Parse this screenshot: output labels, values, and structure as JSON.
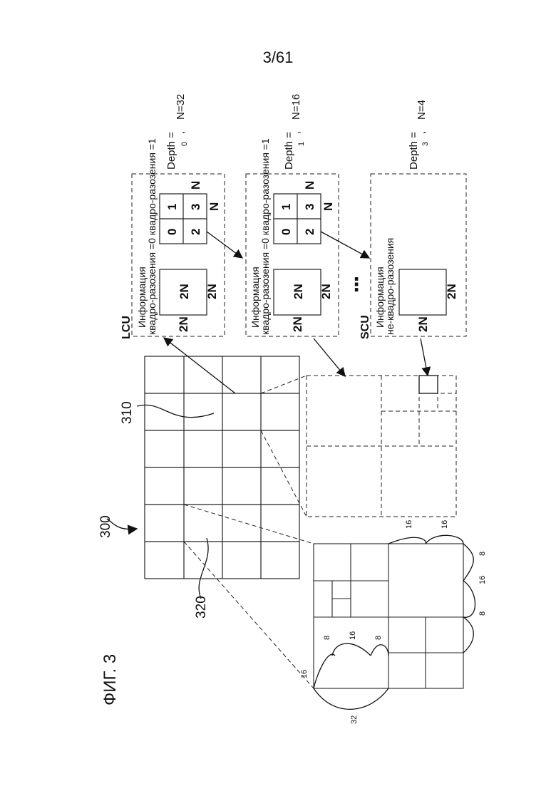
{
  "page": {
    "number": "3/61"
  },
  "figure": {
    "caption": "ФИГ. 3",
    "refs": {
      "r300": "300",
      "r310": "310",
      "r320": "320"
    },
    "lcu": "LCU",
    "scu": "SCU",
    "ellipsis": "⋮",
    "levels": [
      {
        "quad_info": "Информация",
        "quad_text": "квадро-разозения =0 квадро-разозения =1",
        "size_2n": "2N",
        "size_n": "N",
        "cells": [
          "0",
          "1",
          "2",
          "3"
        ],
        "depth_label": "Depth =",
        "depth_value": "0",
        "n_value": "N=32"
      },
      {
        "quad_info": "Информация",
        "quad_text": "квадро-разозения =0 квадро-разозения =1",
        "size_2n": "2N",
        "size_n": "N",
        "cells": [
          "0",
          "1",
          "2",
          "3"
        ],
        "depth_label": "Depth =",
        "depth_value": "1",
        "n_value": "N=16"
      },
      {
        "quad_info": "Информация",
        "quad_text": "не-квадро-разозения",
        "size_2n": "2N",
        "depth_label": "Depth =",
        "depth_value": "3",
        "n_value": "N=4"
      }
    ],
    "dims": {
      "d32": "32",
      "d16": "16",
      "d8": "8"
    },
    "comma": ","
  }
}
